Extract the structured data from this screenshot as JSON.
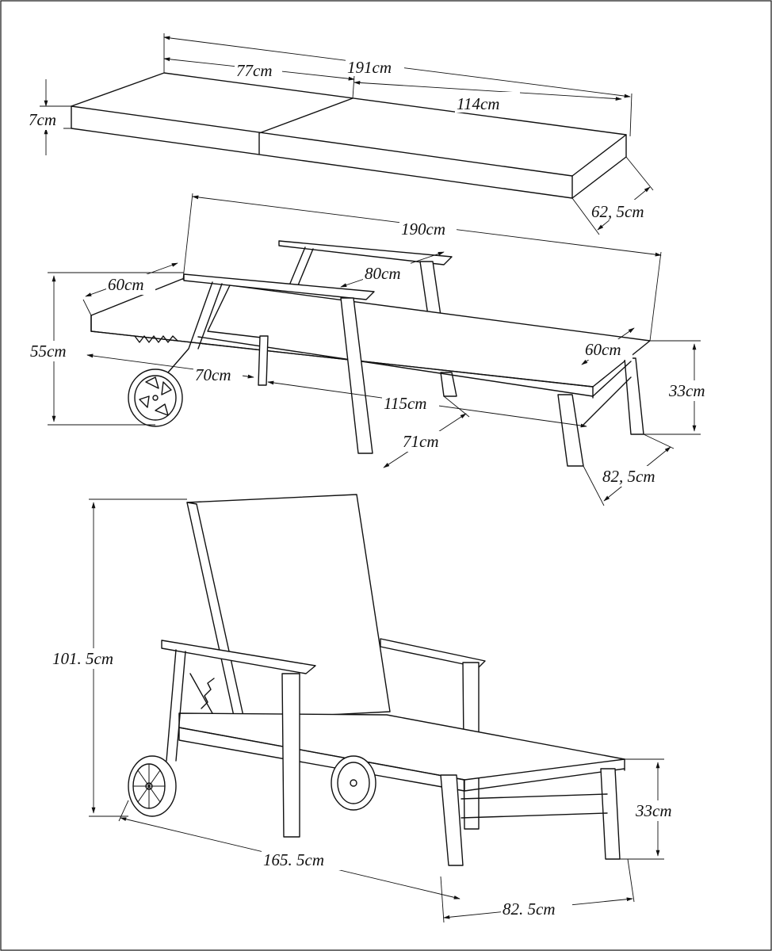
{
  "colors": {
    "line": "#111111",
    "background": "#ffffff"
  },
  "views": [
    {
      "name": "cushion",
      "dimensions": [
        {
          "key": "total_length",
          "label": "191cm"
        },
        {
          "key": "head_section",
          "label": "77cm"
        },
        {
          "key": "body_section",
          "label": "114cm"
        },
        {
          "key": "thickness",
          "label": "7cm"
        },
        {
          "key": "width",
          "label": "62, 5cm"
        }
      ]
    },
    {
      "name": "lounger-flat",
      "dimensions": [
        {
          "key": "total_length",
          "label": "190cm"
        },
        {
          "key": "armrest_length",
          "label": "80cm"
        },
        {
          "key": "head_width",
          "label": "60cm"
        },
        {
          "key": "height",
          "label": "55cm"
        },
        {
          "key": "backrest_length",
          "label": "70cm"
        },
        {
          "key": "seat_length",
          "label": "115cm"
        },
        {
          "key": "foot_width",
          "label": "60cm"
        },
        {
          "key": "seat_height",
          "label": "33cm"
        },
        {
          "key": "inner_width",
          "label": "71cm"
        },
        {
          "key": "overall_width",
          "label": "82, 5cm"
        }
      ]
    },
    {
      "name": "lounger-reclined",
      "dimensions": [
        {
          "key": "backrest_height",
          "label": "101. 5cm"
        },
        {
          "key": "seat_height",
          "label": "33cm"
        },
        {
          "key": "reclined_length",
          "label": "165. 5cm"
        },
        {
          "key": "overall_width",
          "label": "82. 5cm"
        }
      ]
    }
  ]
}
